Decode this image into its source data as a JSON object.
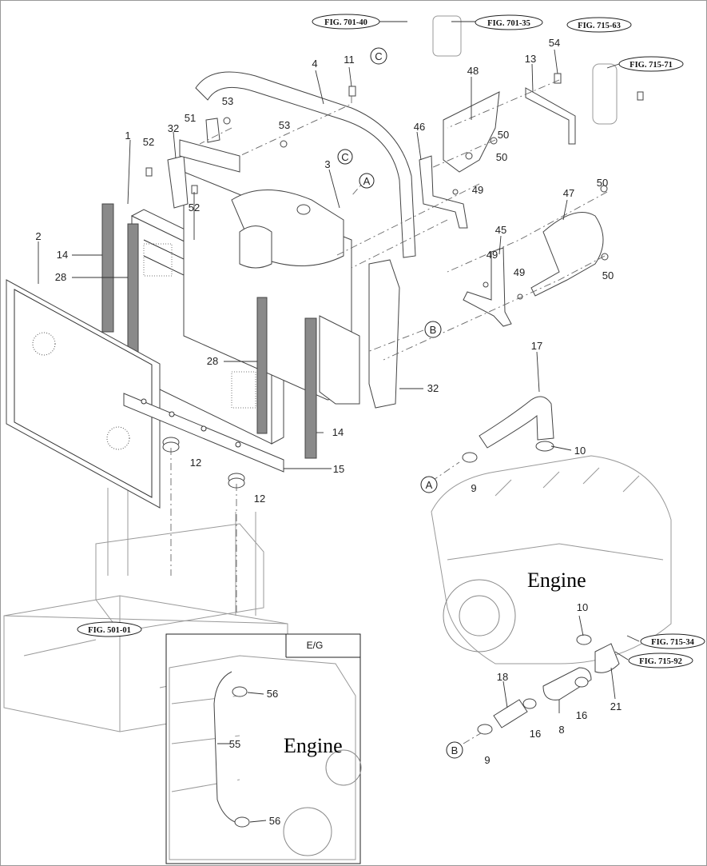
{
  "figure_refs": {
    "fig_701_40": "FIG. 701-40",
    "fig_701_35": "FIG. 701-35",
    "fig_715_63": "FIG. 715-63",
    "fig_715_71": "FIG. 715-71",
    "fig_501_01": "FIG. 501-01",
    "fig_715_34": "FIG. 715-34",
    "fig_715_92": "FIG. 715-92"
  },
  "connectors": {
    "a1": "A",
    "a2": "A",
    "b1": "B",
    "b2": "B",
    "c1": "C",
    "c2": "C"
  },
  "engine_labels": {
    "main": "Engine",
    "inset": "Engine"
  },
  "inset": {
    "title": "E/G"
  },
  "callouts": {
    "p1": "1",
    "p2": "2",
    "p3": "3",
    "p4": "4",
    "p8": "8",
    "p9a": "9",
    "p9b": "9",
    "p10a": "10",
    "p10b": "10",
    "p11": "11",
    "p12a": "12",
    "p12b": "12",
    "p13": "13",
    "p14a": "14",
    "p14b": "14",
    "p15": "15",
    "p16a": "16",
    "p16b": "16",
    "p17": "17",
    "p18": "18",
    "p21": "21",
    "p28a": "28",
    "p28b": "28",
    "p32a": "32",
    "p32b": "32",
    "p45": "45",
    "p46": "46",
    "p47": "47",
    "p48": "48",
    "p49a": "49",
    "p49b": "49",
    "p49c": "49",
    "p50a": "50",
    "p50b": "50",
    "p50c": "50",
    "p50d": "50",
    "p51": "51",
    "p52a": "52",
    "p52b": "52",
    "p53a": "53",
    "p53b": "53",
    "p54": "54",
    "p55": "55",
    "p56a": "56",
    "p56b": "56"
  }
}
